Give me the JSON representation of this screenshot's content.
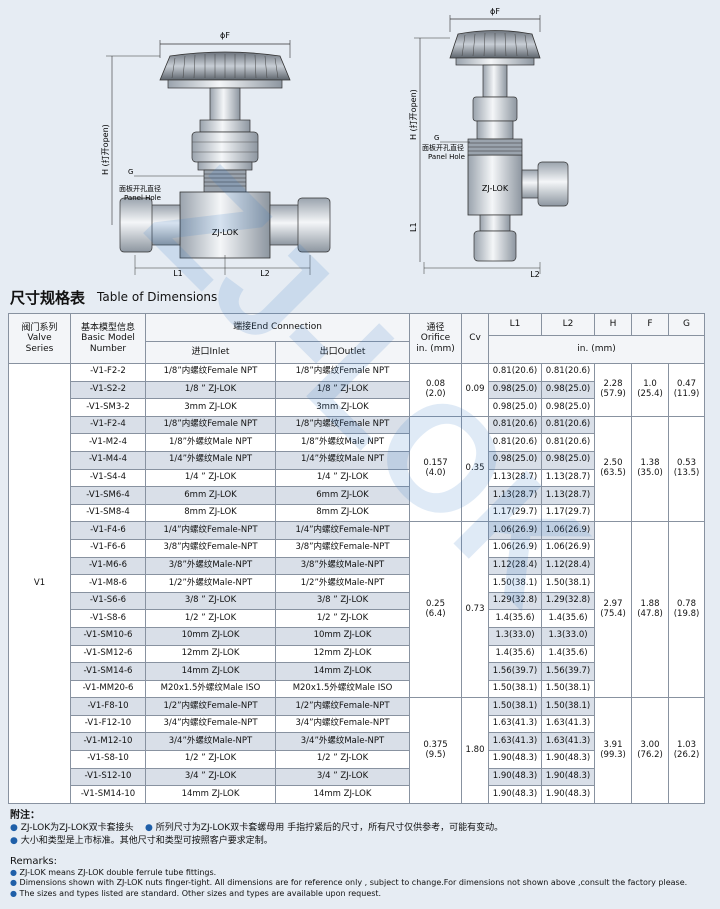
{
  "drawing": {
    "left": {
      "phiF": "ϕF",
      "h_label": "H (打开open)",
      "g": "G",
      "hole_zh": "面板开孔直径",
      "hole_en": "Panel Hole",
      "brand": "ZJ-LOK",
      "l1": "L1",
      "l2": "L2"
    },
    "right": {
      "phiF": "ϕF",
      "h_label": "H (打开open)",
      "g": "G",
      "hole_zh": "面板开孔直径",
      "hole_en": "Panel Hole",
      "brand": "ZJ-LOK",
      "l1": "L1",
      "l2": "L2"
    }
  },
  "title": {
    "zh": "尺寸规格表",
    "en": "Table of Dimensions"
  },
  "headers": {
    "series_zh": "阀门系列",
    "series_en1": "Valve",
    "series_en2": "Series",
    "model_zh": "基本模型信息",
    "model_en1": "Basic Model",
    "model_en2": "Number",
    "end_conn": "端接End Connection",
    "inlet": "进口Inlet",
    "outlet": "出口Outlet",
    "orifice_zh": "通径",
    "orifice_en": "Orifice",
    "orifice_unit": "in. (mm)",
    "cv": "Cv",
    "l1": "L1",
    "l2": "L2",
    "h": "H",
    "f": "F",
    "g": "G",
    "dim_unit": "in. (mm)"
  },
  "series_name": "V1",
  "groups": [
    {
      "orifice": "0.08",
      "orifice_mm": "(2.0)",
      "cv": "0.09",
      "h": "2.28",
      "h_mm": "(57.9)",
      "f": "1.0",
      "f_mm": "(25.4)",
      "g": "0.47",
      "g_mm": "(11.9)",
      "rows": [
        {
          "model": "-V1-F2-2",
          "inlet": "1/8”内螺纹Female NPT",
          "outlet": "1/8”内螺纹Female NPT",
          "l1": "0.81(20.6)",
          "l2": "0.81(20.6)"
        },
        {
          "model": "-V1-S2-2",
          "inlet": "1/8 ” ZJ-LOK",
          "outlet": "1/8 ” ZJ-LOK",
          "l1": "0.98(25.0)",
          "l2": "0.98(25.0)"
        },
        {
          "model": "-V1-SM3-2",
          "inlet": "3mm ZJ-LOK",
          "outlet": "3mm ZJ-LOK",
          "l1": "0.98(25.0)",
          "l2": "0.98(25.0)"
        }
      ]
    },
    {
      "orifice": "0.157",
      "orifice_mm": "(4.0)",
      "cv": "0.35",
      "h": "2.50",
      "h_mm": "(63.5)",
      "f": "1.38",
      "f_mm": "(35.0)",
      "g": "0.53",
      "g_mm": "(13.5)",
      "rows": [
        {
          "model": "-V1-F2-4",
          "inlet": "1/8”内螺纹Female NPT",
          "outlet": "1/8”内螺纹Female NPT",
          "l1": "0.81(20.6)",
          "l2": "0.81(20.6)"
        },
        {
          "model": "-V1-M2-4",
          "inlet": "1/8”外螺纹Male NPT",
          "outlet": "1/8”外螺纹Male NPT",
          "l1": "0.81(20.6)",
          "l2": "0.81(20.6)"
        },
        {
          "model": "-V1-M4-4",
          "inlet": "1/4”外螺纹Male NPT",
          "outlet": "1/4”外螺纹Male NPT",
          "l1": "0.98(25.0)",
          "l2": "0.98(25.0)"
        },
        {
          "model": "-V1-S4-4",
          "inlet": "1/4 ” ZJ-LOK",
          "outlet": "1/4 ” ZJ-LOK",
          "l1": "1.13(28.7)",
          "l2": "1.13(28.7)"
        },
        {
          "model": "-V1-SM6-4",
          "inlet": "6mm ZJ-LOK",
          "outlet": "6mm ZJ-LOK",
          "l1": "1.13(28.7)",
          "l2": "1.13(28.7)"
        },
        {
          "model": "-V1-SM8-4",
          "inlet": "8mm ZJ-LOK",
          "outlet": "8mm ZJ-LOK",
          "l1": "1.17(29.7)",
          "l2": "1.17(29.7)"
        }
      ]
    },
    {
      "orifice": "0.25",
      "orifice_mm": "(6.4)",
      "cv": "0.73",
      "h": "2.97",
      "h_mm": "(75.4)",
      "f": "1.88",
      "f_mm": "(47.8)",
      "g": "0.78",
      "g_mm": "(19.8)",
      "rows": [
        {
          "model": "-V1-F4-6",
          "inlet": "1/4”内螺纹Female-NPT",
          "outlet": "1/4”内螺纹Female-NPT",
          "l1": "1.06(26.9)",
          "l2": "1.06(26.9)"
        },
        {
          "model": "-V1-F6-6",
          "inlet": "3/8”内螺纹Female-NPT",
          "outlet": "3/8”内螺纹Female-NPT",
          "l1": "1.06(26.9)",
          "l2": "1.06(26.9)"
        },
        {
          "model": "-V1-M6-6",
          "inlet": "3/8”外螺纹Male-NPT",
          "outlet": "3/8”外螺纹Male-NPT",
          "l1": "1.12(28.4)",
          "l2": "1.12(28.4)"
        },
        {
          "model": "-V1-M8-6",
          "inlet": "1/2”外螺纹Male-NPT",
          "outlet": "1/2”外螺纹Male-NPT",
          "l1": "1.50(38.1)",
          "l2": "1.50(38.1)"
        },
        {
          "model": "-V1-S6-6",
          "inlet": "3/8 ” ZJ-LOK",
          "outlet": "3/8 ” ZJ-LOK",
          "l1": "1.29(32.8)",
          "l2": "1.29(32.8)"
        },
        {
          "model": "-V1-S8-6",
          "inlet": "1/2 ” ZJ-LOK",
          "outlet": "1/2 ” ZJ-LOK",
          "l1": "1.4(35.6)",
          "l2": "1.4(35.6)"
        },
        {
          "model": "-V1-SM10-6",
          "inlet": "10mm ZJ-LOK",
          "outlet": "10mm ZJ-LOK",
          "l1": "1.3(33.0)",
          "l2": "1.3(33.0)"
        },
        {
          "model": "-V1-SM12-6",
          "inlet": "12mm ZJ-LOK",
          "outlet": "12mm ZJ-LOK",
          "l1": "1.4(35.6)",
          "l2": "1.4(35.6)"
        },
        {
          "model": "-V1-SM14-6",
          "inlet": "14mm ZJ-LOK",
          "outlet": "14mm ZJ-LOK",
          "l1": "1.56(39.7)",
          "l2": "1.56(39.7)"
        },
        {
          "model": "-V1-MM20-6",
          "inlet": "M20x1.5外螺纹Male ISO",
          "outlet": "M20x1.5外螺纹Male ISO",
          "l1": "1.50(38.1)",
          "l2": "1.50(38.1)"
        }
      ]
    },
    {
      "orifice": "0.375",
      "orifice_mm": "(9.5)",
      "cv": "1.80",
      "h": "3.91",
      "h_mm": "(99.3)",
      "f": "3.00",
      "f_mm": "(76.2)",
      "g": "1.03",
      "g_mm": "(26.2)",
      "rows": [
        {
          "model": "-V1-F8-10",
          "inlet": "1/2”内螺纹Female-NPT",
          "outlet": "1/2”内螺纹Female-NPT",
          "l1": "1.50(38.1)",
          "l2": "1.50(38.1)"
        },
        {
          "model": "-V1-F12-10",
          "inlet": "3/4”内螺纹Female-NPT",
          "outlet": "3/4”内螺纹Female-NPT",
          "l1": "1.63(41.3)",
          "l2": "1.63(41.3)"
        },
        {
          "model": "-V1-M12-10",
          "inlet": "3/4”外螺纹Male-NPT",
          "outlet": "3/4”外螺纹Male-NPT",
          "l1": "1.63(41.3)",
          "l2": "1.63(41.3)"
        },
        {
          "model": "-V1-S8-10",
          "inlet": "1/2 ” ZJ-LOK",
          "outlet": "1/2 ” ZJ-LOK",
          "l1": "1.90(48.3)",
          "l2": "1.90(48.3)"
        },
        {
          "model": "-V1-S12-10",
          "inlet": "3/4 ” ZJ-LOK",
          "outlet": "3/4 ” ZJ-LOK",
          "l1": "1.90(48.3)",
          "l2": "1.90(48.3)"
        },
        {
          "model": "-V1-SM14-10",
          "inlet": "14mm ZJ-LOK",
          "outlet": "14mm ZJ-LOK",
          "l1": "1.90(48.3)",
          "l2": "1.90(48.3)"
        }
      ]
    }
  ],
  "notes": {
    "heading": "附注：",
    "items": [
      "ZJ-LOK为ZJ-LOK双卡套接头",
      "所列尺寸为ZJ-LOK双卡套螺母用 手指拧紧后的尺寸，所有尺寸仅供参考，可能有变动。",
      "大小和类型是上市标准。其他尺寸和类型可按照客户要求定制。"
    ]
  },
  "remarks": {
    "heading": "Remarks:",
    "items": [
      "ZJ-LOK means ZJ-LOK double ferrule tube fittings.",
      "Dimensions shown with ZJ-LOK nuts finger-tight. All dimensions are for reference only , subject to change.For dimensions not shown above ,consult the factory please.",
      "The sizes and types listed are standard. Other sizes and types are available upon request."
    ]
  },
  "watermark": "ZJ-LOK"
}
